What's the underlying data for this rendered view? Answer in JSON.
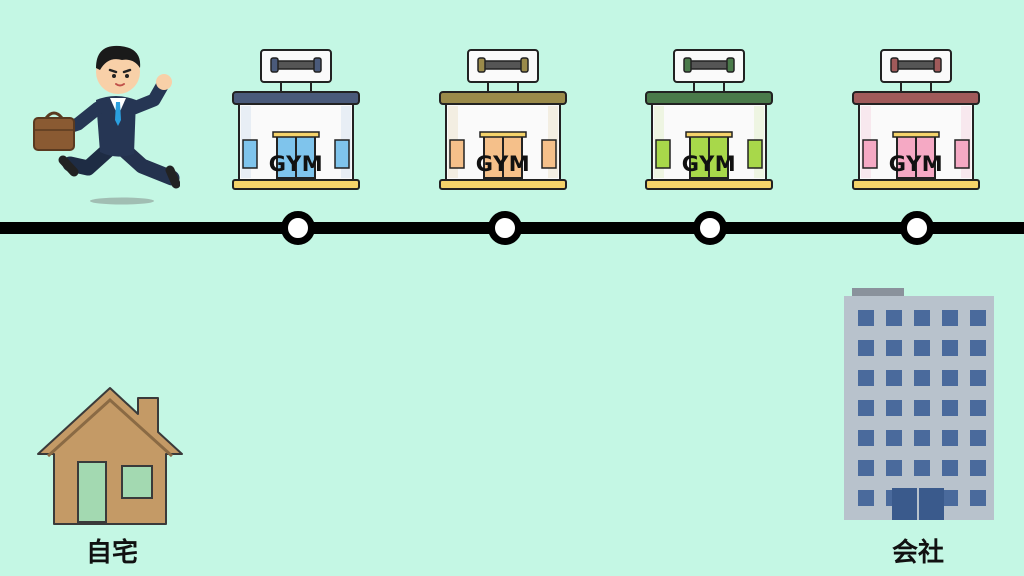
{
  "gyms": [
    {
      "label": "GYM",
      "accent": "#7fc4ec"
    },
    {
      "label": "GYM",
      "accent": "#f5c08a"
    },
    {
      "label": "GYM",
      "accent": "#a8d84a"
    },
    {
      "label": "GYM",
      "accent": "#f5a9c4"
    }
  ],
  "home": {
    "label": "自宅"
  },
  "office": {
    "label": "会社"
  },
  "colors": {
    "background": "#c4f7e4",
    "route": "#000000",
    "stop": "#ffffff"
  }
}
